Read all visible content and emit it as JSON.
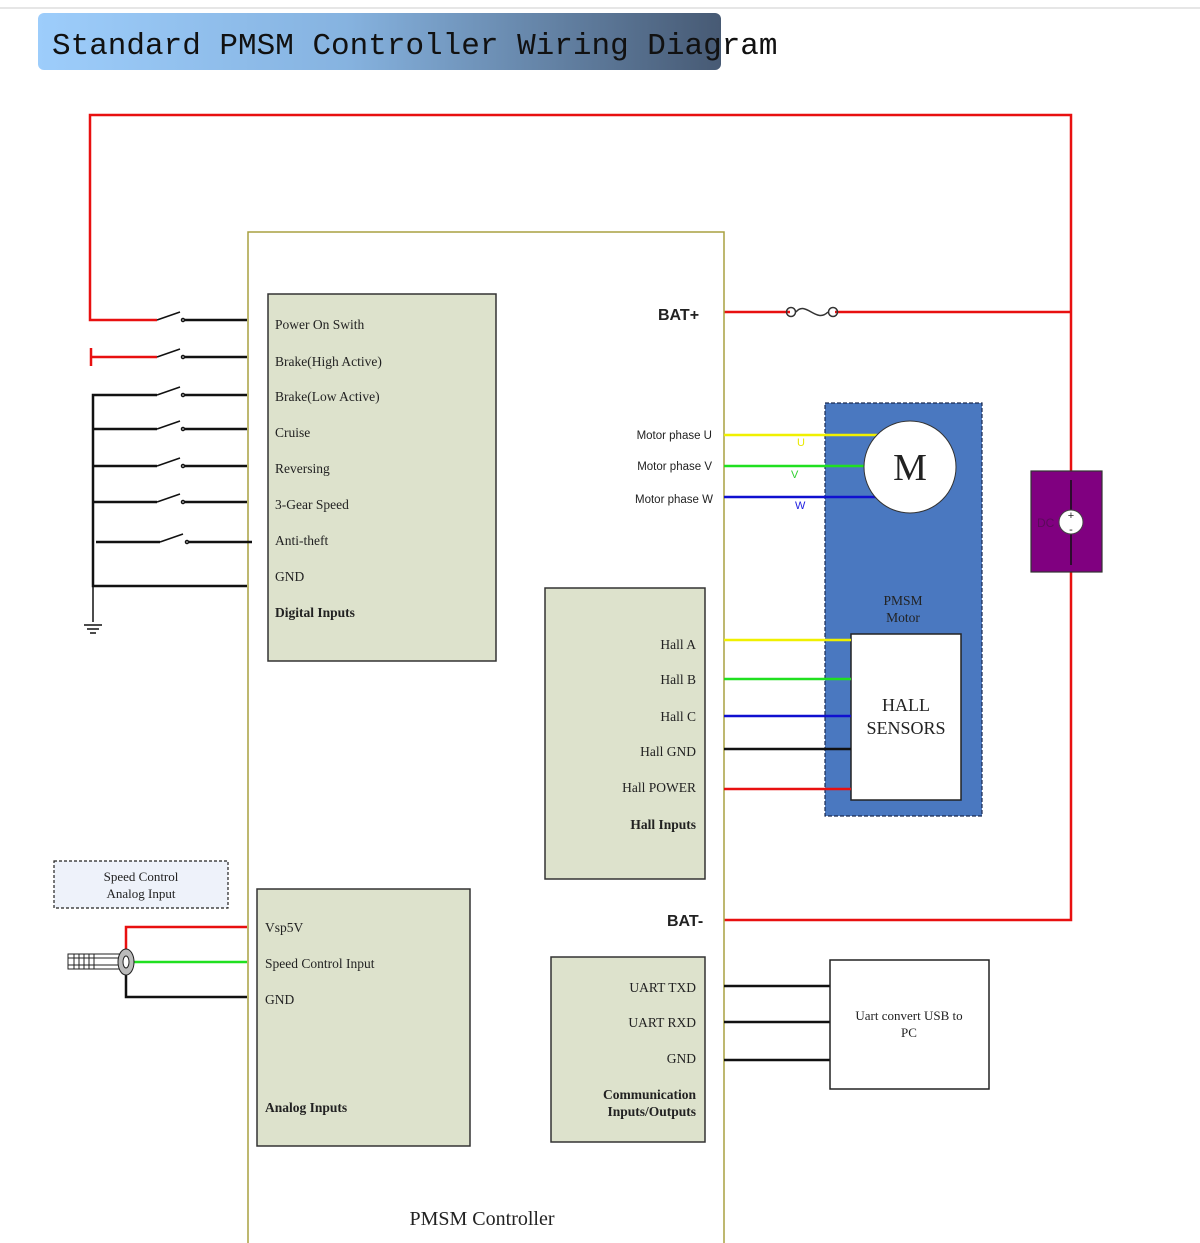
{
  "title": "Standard PMSM Controller Wiring Diagram",
  "controller": {
    "label": "PMSM Controller",
    "bat_plus": "BAT+",
    "bat_minus": "BAT-"
  },
  "digital_inputs": {
    "items": [
      "Power On Swith",
      "Brake(High Active)",
      "Brake(Low Active)",
      "Cruise",
      "Reversing",
      "3-Gear Speed",
      "Anti-theft",
      "GND"
    ],
    "title": "Digital Inputs"
  },
  "motor_phases": {
    "labels": [
      "Motor phase U",
      "Motor phase V",
      "Motor phase W"
    ],
    "letters": [
      "U",
      "V",
      "W"
    ]
  },
  "motor": {
    "symbol": "M",
    "label_line1": "PMSM",
    "label_line2": "Motor",
    "hall_line1": "HALL",
    "hall_line2": "SENSORS"
  },
  "hall_inputs": {
    "items": [
      "Hall A",
      "Hall B",
      "Hall C",
      "Hall GND",
      "Hall POWER"
    ],
    "title": "Hall Inputs"
  },
  "power_source": {
    "label": "DC",
    "plus": "+",
    "minus": "-"
  },
  "speed_control": {
    "line1": "Speed Control",
    "line2": "Analog Input"
  },
  "analog_inputs": {
    "items": [
      "Vsp5V",
      "Speed Control Input",
      "GND"
    ],
    "title": "Analog Inputs"
  },
  "communication": {
    "items": [
      "UART TXD",
      "UART RXD",
      "GND"
    ],
    "title_line1": "Communication",
    "title_line2": "Inputs/Outputs"
  },
  "uart_converter": {
    "line1": "Uart convert USB to",
    "line2": "PC"
  },
  "colors": {
    "wire_red": "#e81010",
    "wire_yellow": "#f0f000",
    "wire_green": "#20e020",
    "wire_blue": "#1010d0",
    "motor_box": "#4a78c0",
    "dc_box": "#800080",
    "io_box": "#dde2cc"
  }
}
